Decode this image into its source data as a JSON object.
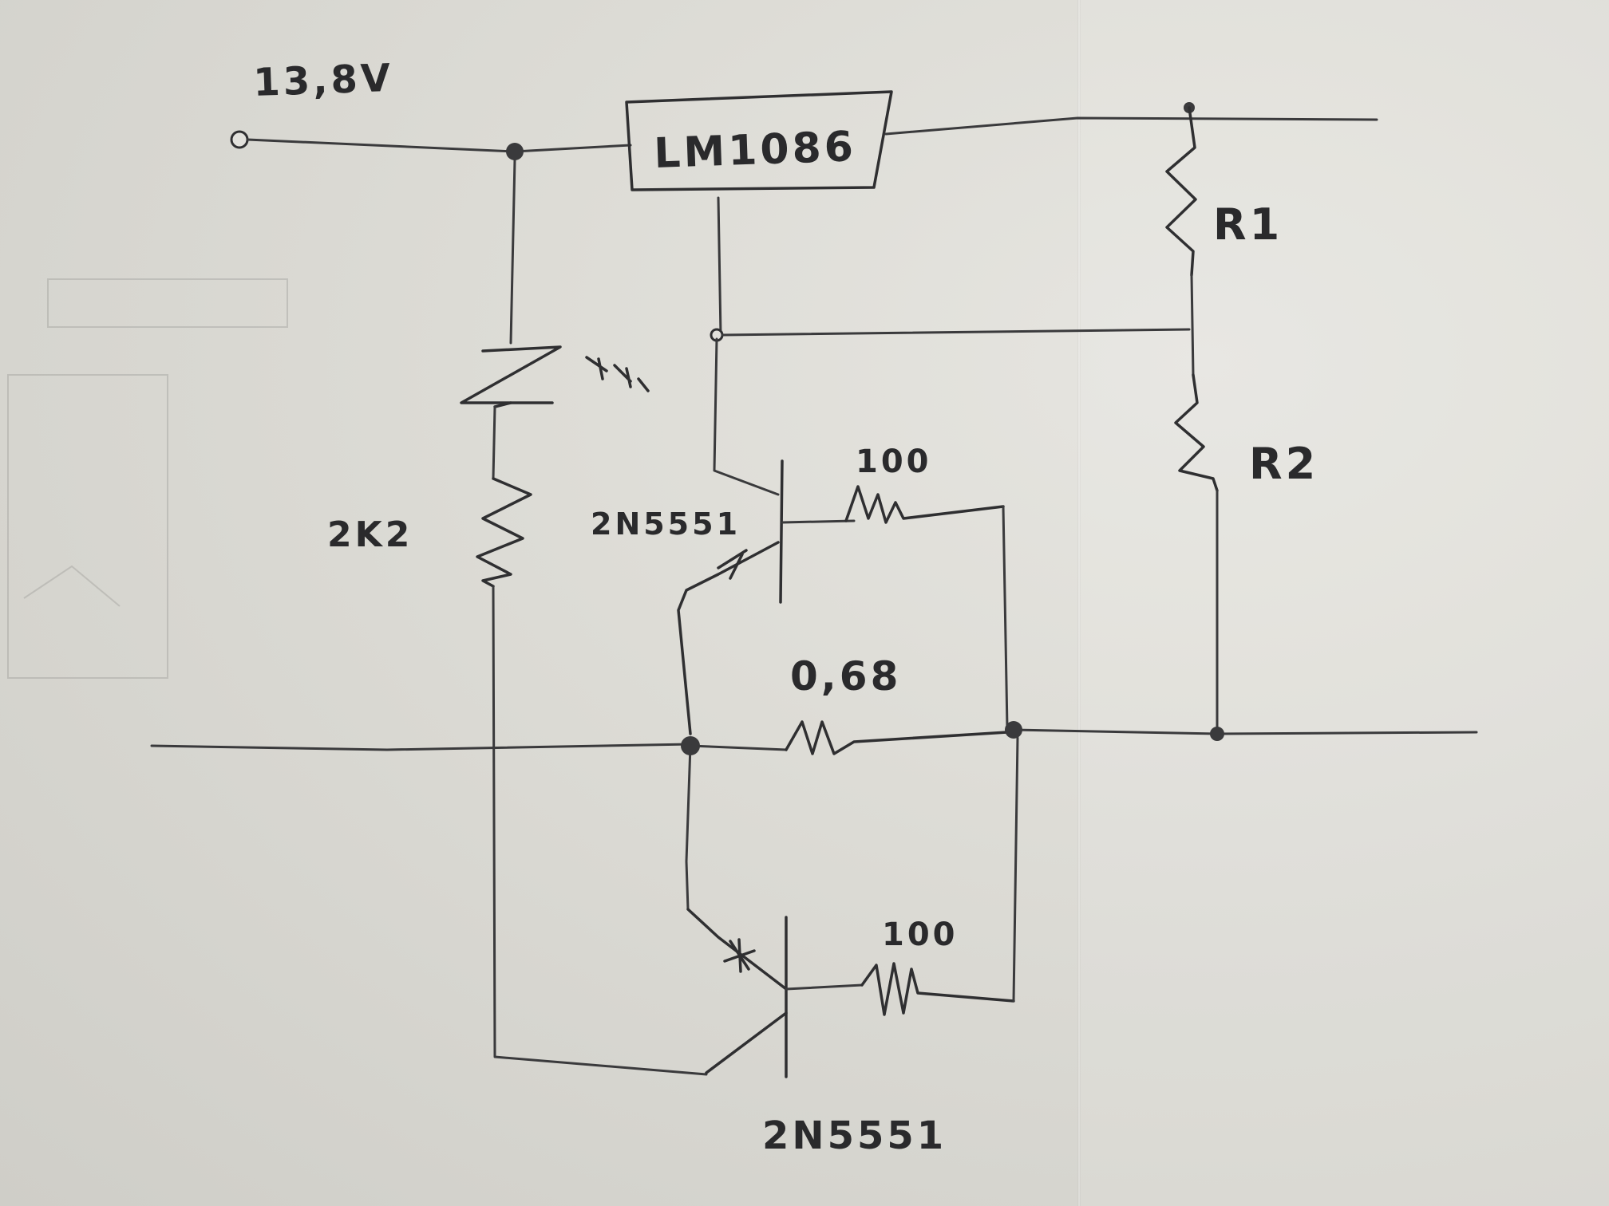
{
  "diagram": {
    "supply_label": "13,8V",
    "regulator_label": "LM1086",
    "resistors": {
      "r1": "R1",
      "r2": "R2",
      "r_led": "2K2",
      "r_top_base": "100",
      "r_sense": "0,68",
      "r_bottom_base": "100"
    },
    "transistors": {
      "top": "2N5551",
      "bottom": "2N5551"
    }
  }
}
